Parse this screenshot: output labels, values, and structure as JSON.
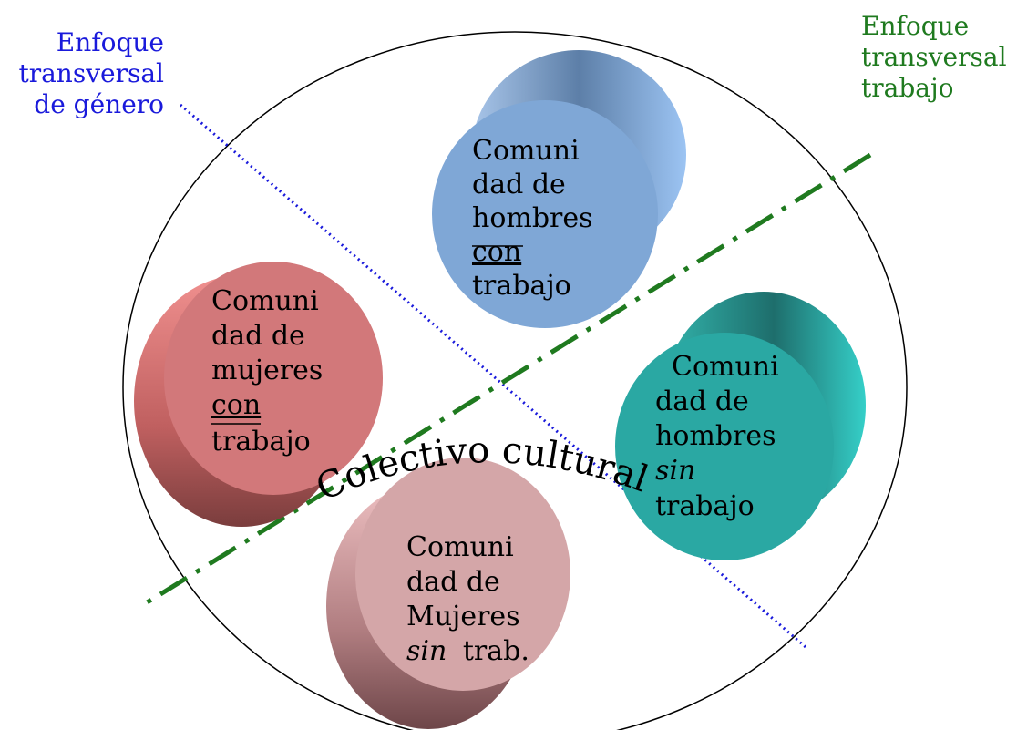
{
  "labels": {
    "gender_axis": [
      "Enfoque",
      "transversal",
      "de género"
    ],
    "work_axis": [
      "Enfoque",
      "transversal",
      "trabajo"
    ],
    "center": "Colectivo cultural"
  },
  "communities": {
    "men_with_work": {
      "lines": [
        "Comuni",
        "dad de",
        "hombres"
      ],
      "qualifier": "con",
      "last": "trabajo",
      "color": "#7fa7d6"
    },
    "women_with_work": {
      "lines": [
        "Comuni",
        "dad de",
        "mujeres"
      ],
      "qualifier": "con",
      "last": "trabajo",
      "color": "#d2787a"
    },
    "men_without_work": {
      "lines": [
        "Comuni",
        "dad  de",
        "hombres"
      ],
      "qualifier": "sin",
      "last": "trabajo",
      "color": "#2aa8a3"
    },
    "women_without_work": {
      "lines": [
        "Comuni",
        "dad de",
        "Mujeres"
      ],
      "qualifier": "sin",
      "last": "trab.",
      "color": "#d4a6a8"
    }
  },
  "colors": {
    "gender_line": "#1a1adb",
    "work_line": "#1f7a1f",
    "circle_stroke": "#000000"
  }
}
